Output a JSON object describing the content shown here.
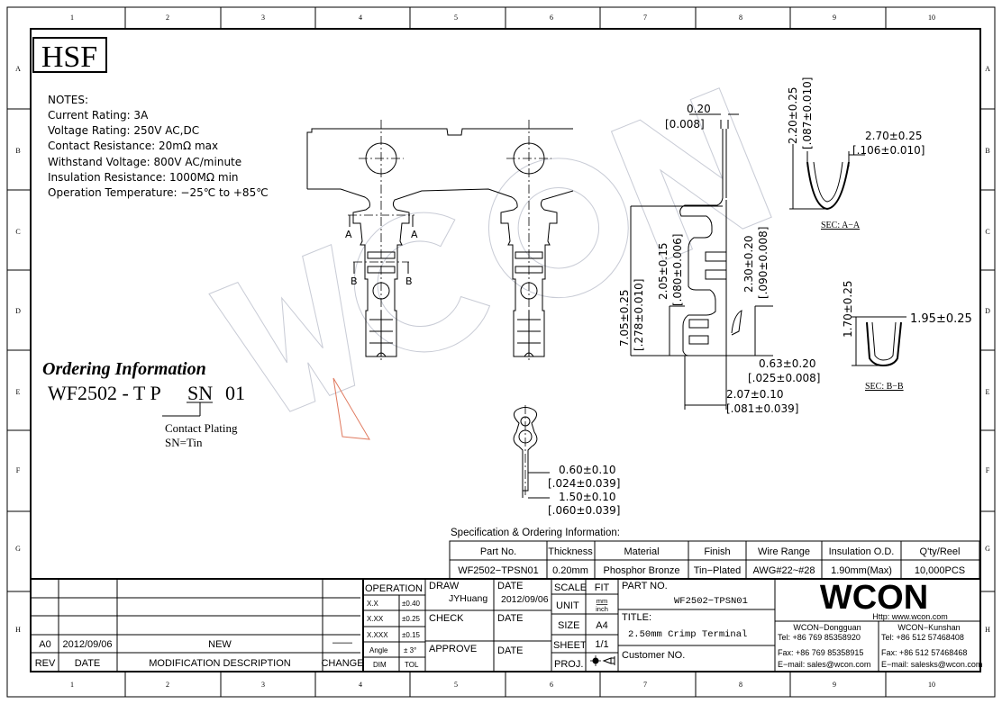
{
  "frame": {
    "columns": [
      "1",
      "2",
      "3",
      "4",
      "5",
      "6",
      "7",
      "8",
      "9",
      "10"
    ],
    "rows": [
      "A",
      "B",
      "C",
      "D",
      "E",
      "F",
      "G",
      "H"
    ]
  },
  "hsf_mark": "HSF",
  "notes": {
    "title": "NOTES:",
    "lines": [
      "Current Rating: 3A",
      "Voltage Rating: 250V AC,DC",
      "Contact Resistance: 20mΩ max",
      "Withstand Voltage: 800V AC/minute",
      "Insulation Resistance: 1000MΩ min",
      "Operation Temperature: −25℃ to +85℃"
    ]
  },
  "ordering": {
    "title": "Ordering Information",
    "code_prefix": "WF2502 - T P",
    "code_plating": "SN",
    "code_suffix": "01",
    "plating_label": "Contact Plating",
    "plating_value": "SN=Tin"
  },
  "watermark": "WCON",
  "section_labels": {
    "a": "A",
    "b": "B",
    "sec_aa": "SEC: A−A",
    "sec_bb": "SEC: B−B"
  },
  "dimensions": {
    "thickness": "0.20",
    "thickness_in": "[0.008]",
    "aa_height": "2.20±0.25",
    "aa_height_in": "[.087±0.010]",
    "aa_width": "2.70±0.25",
    "aa_width_in": "[.106±0.010]",
    "length": "7.05±0.25",
    "length_in": "[.278±0.010]",
    "d205": "2.05±0.15",
    "d205_in": "[.080±0.006]",
    "d230": "2.30±0.20",
    "d230_in": "[.090±0.008]",
    "bb_height": "1.70±0.25",
    "bb_width": "1.95±0.25",
    "d063": "0.63±0.20",
    "d063_in": "[.025±0.008]",
    "d207": "2.07±0.10",
    "d207_in": "[.081±0.039]",
    "d060": "0.60±0.10",
    "d060_in": "[.024±0.039]",
    "d150": "1.50±0.10",
    "d150_in": "[.060±0.039]"
  },
  "spec_table": {
    "title": "Specification & Ordering Information:",
    "headers": [
      "Part No.",
      "Thickness",
      "Material",
      "Finish",
      "Wire Range",
      "Insulation O.D.",
      "Q'ty/Reel"
    ],
    "row": [
      "WF2502−TPSN01",
      "0.20mm",
      "Phosphor Bronze",
      "Tin−Plated",
      "AWG#22~#28",
      "1.90mm(Max)",
      "10,000PCS"
    ]
  },
  "revision": {
    "rev": "A0",
    "date": "2012/09/06",
    "description": "NEW",
    "change": "——",
    "headers": {
      "rev": "REV",
      "date": "DATE",
      "description": "MODIFICATION DESCRIPTION",
      "change": "CHANGE"
    }
  },
  "tolerance": {
    "title": "OPERATION",
    "rows": [
      [
        "X.X",
        "±0.40"
      ],
      [
        "X.XX",
        "±0.25"
      ],
      [
        "X.XXX",
        "±0.15"
      ],
      [
        "Angle",
        "± 3°"
      ]
    ],
    "footer": [
      "DIM",
      "TOL"
    ]
  },
  "approvals": {
    "draw_label": "DRAW",
    "draw_name": "JYHuang",
    "date_label": "DATE",
    "draw_date": "2012/09/06",
    "check_label": "CHECK",
    "approve_label": "APPROVE"
  },
  "sheet_info": {
    "scale_label": "SCALE",
    "scale": "FIT",
    "unit_label": "UNIT",
    "unit_top": "mm",
    "unit_bottom": "inch",
    "size_label": "SIZE",
    "size": "A4",
    "sheet_label": "SHEET",
    "sheet": "1/1",
    "proj_label": "PROJ."
  },
  "part": {
    "part_no_label": "PART NO.",
    "part_no": "WF2502−TPSN01",
    "title_label": "TITLE:",
    "title": "2.50mm Crimp Terminal",
    "customer_label": "Customer NO."
  },
  "company": {
    "logo": "WCON",
    "url": "Http: www.wcon.com",
    "offices": [
      {
        "name": "WCON−Dongguan",
        "tel": "Tel: +86 769 85358920",
        "fax": "Fax: +86 769 85358915",
        "email": "E−mail: sales@wcon.com"
      },
      {
        "name": "WCON−Kunshan",
        "tel": "Tel: +86 512 57468408",
        "fax": "Fax: +86 512 57468468",
        "email": "E−mail: salesks@wcon.com"
      }
    ]
  }
}
